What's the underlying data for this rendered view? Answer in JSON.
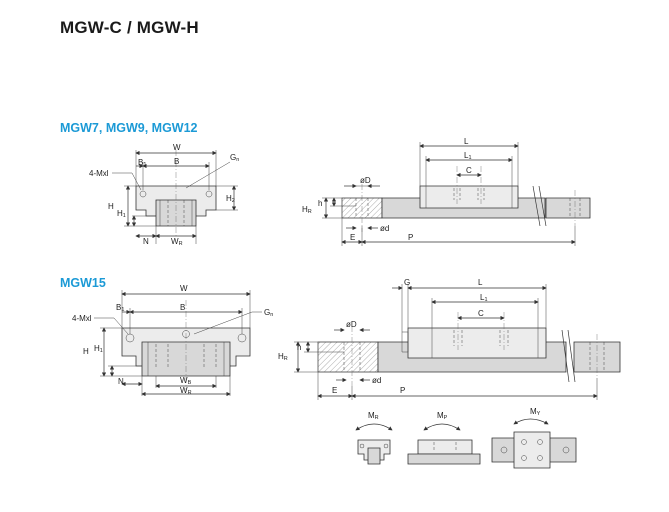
{
  "title": "MGW-C / MGW-H",
  "sections": [
    {
      "heading": "MGW7, MGW9, MGW12",
      "labels": {
        "W": "W",
        "B1": "B",
        "B1_sub": "1",
        "B": "B",
        "Gn": "G",
        "Gn_sub": "n",
        "M": "4-Mxl",
        "H": "H",
        "H1": "H",
        "H1_sub": "1",
        "H2": "H",
        "H2_sub": "2",
        "N": "N",
        "WR": "W",
        "WR_sub": "R",
        "HR": "H",
        "HR_sub": "R",
        "h": "h",
        "D": "øD",
        "d": "ød",
        "E": "E",
        "P": "P",
        "L": "L",
        "L1": "L",
        "L1_sub": "1",
        "C": "C"
      }
    },
    {
      "heading": "MGW15",
      "labels": {
        "W": "W",
        "B1": "B",
        "B1_sub": "1",
        "B": "B",
        "Gn": "G",
        "Gn_sub": "n",
        "M": "4-Mxl",
        "H": "H",
        "H1": "H",
        "H1_sub": "1",
        "N": "N",
        "WB": "W",
        "WB_sub": "B",
        "WR": "W",
        "WR_sub": "R",
        "HR": "H",
        "HR_sub": "R",
        "h": "h",
        "D": "øD",
        "d": "ød",
        "E": "E",
        "P": "P",
        "G": "G",
        "L": "L",
        "L1": "L",
        "L1_sub": "1",
        "C": "C"
      }
    }
  ],
  "moments": [
    {
      "label": "M",
      "sub": "R"
    },
    {
      "label": "M",
      "sub": "P"
    },
    {
      "label": "M",
      "sub": "Y"
    }
  ]
}
